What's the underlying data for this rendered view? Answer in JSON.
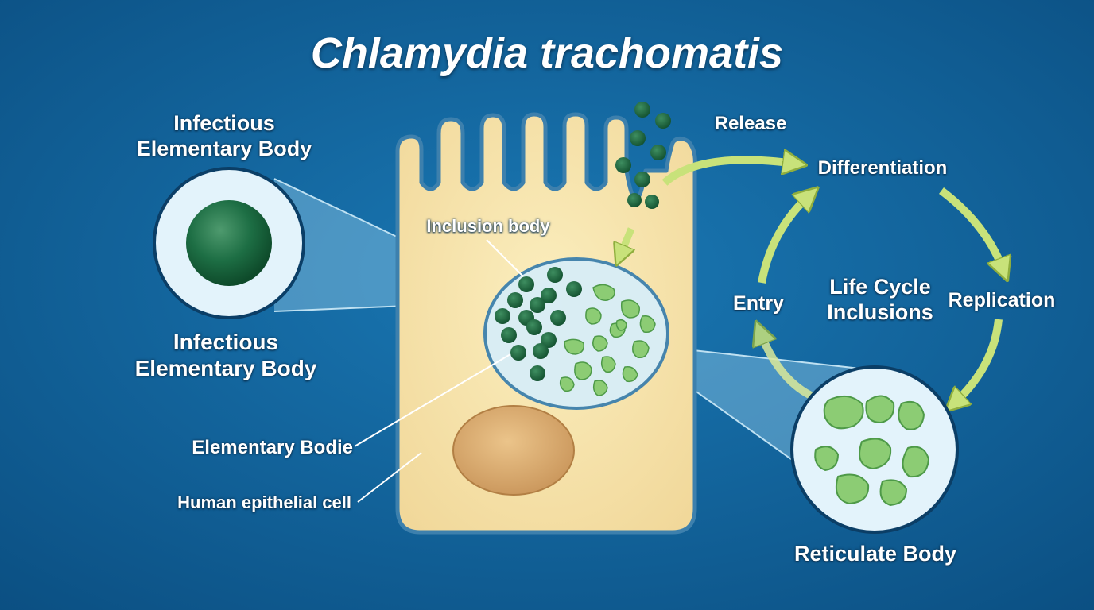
{
  "title": "Chlamydia trachomatis",
  "labels": {
    "eb_top": [
      "Infectious",
      "Elementary Body"
    ],
    "eb_bottom": [
      "Infectious",
      "Elementary Body"
    ],
    "inclusion_body": "Inclusion body",
    "elementary_bodie": "Elementary Bodie",
    "epithelial_cell": "Human epithelial cell",
    "reticulate_body": "Reticulate Body"
  },
  "life_cycle": {
    "center": [
      "Life Cycle",
      "Inclusions"
    ],
    "release": "Release",
    "differentiation": "Differentiation",
    "replication": "Replication",
    "entry": "Entry"
  },
  "colors": {
    "background": "#0f5d93",
    "cell_fill": "#f7e4a6",
    "cell_border": "#3d80ad",
    "elementary_body": "#1d6e44",
    "reticulate_body": "#7fc46a",
    "nucleus": "#dcae6c",
    "arrow": "#c8e27a"
  }
}
